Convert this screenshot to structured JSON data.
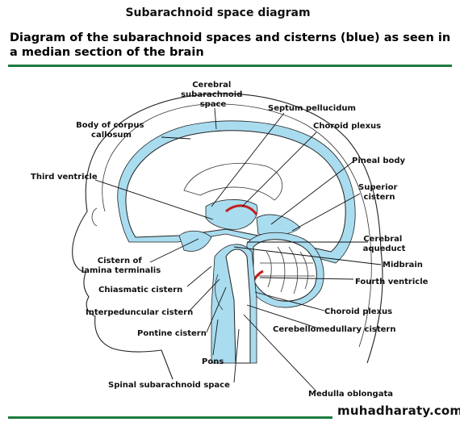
{
  "title": "Subarachnoid space diagram",
  "subtitle": "Diagram of the subarachnoid spaces and cisterns (blue) as seen in a median section of the brain",
  "watermark": "muhadharaty.com",
  "colors": {
    "csf": "#a9dcef",
    "choroid": "#c41e1e",
    "rule": "#1d7a3e",
    "line": "#222222"
  },
  "labels": {
    "cerebral_subarachnoid_space": [
      "Cerebral",
      "subarachnoid",
      "space"
    ],
    "septum_pellucidum": "Septum pellucidum",
    "body_of_corpus_callosum": [
      "Body of corpus",
      "callosum"
    ],
    "choroid_plexus_upper": "Choroid plexus",
    "third_ventricle": "Third ventricle",
    "pineal_body": "Pineal body",
    "superior_cistern": [
      "Superior",
      "cistern"
    ],
    "cerebral_aqueduct": [
      "Cerebral",
      "aqueduct"
    ],
    "cistern_of_lamina_terminalis": [
      "Cistern of",
      "lamina terminalis"
    ],
    "midbrain": "Midbrain",
    "fourth_ventricle": "Fourth ventricle",
    "chiasmatic_cistern": "Chiasmatic cistern",
    "interpeduncular_cistern": "Interpeduncular cistern",
    "choroid_plexus_lower": "Choroid plexus",
    "pontine_cistern": "Pontine cistern",
    "cerebellomedullary_cistern": "Cerebellomedullary cistern",
    "pons": "Pons",
    "spinal_subarachnoid_space": "Spinal subarachnoid space",
    "medulla_oblongata": "Medulla oblongata"
  }
}
